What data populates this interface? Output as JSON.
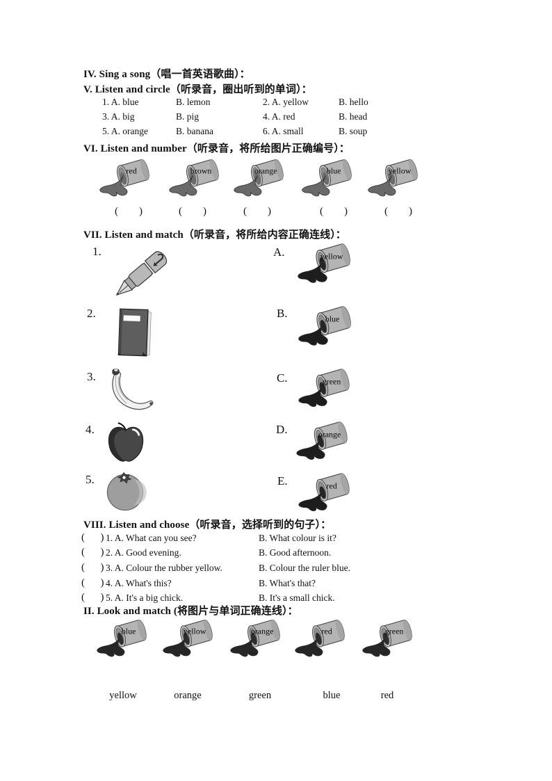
{
  "colors": {
    "bucket_body": "#b4b4b4",
    "spill_section_vi": "#696969",
    "spill_section_vii": "#1d1d1d",
    "spill_section_ii": "#262626"
  },
  "section_iv": {
    "title": "IV. Sing a song（唱一首英语歌曲）："
  },
  "section_v": {
    "title": "V. Listen and circle（听录音，圈出听到的单词）：",
    "rows": [
      [
        "1. A. blue",
        "B. lemon",
        "2. A. yellow",
        "B. hello"
      ],
      [
        "3. A. big",
        "B. pig",
        "4. A. red",
        "B. head"
      ],
      [
        "5. A. orange",
        "B. banana",
        "6. A. small",
        "B. soup"
      ]
    ]
  },
  "section_vi": {
    "title": "VI. Listen and number（听录音，将所给图片正确编号）：",
    "buckets": [
      "red",
      "brown",
      "orange",
      "blue",
      "yellow"
    ],
    "blank": "(        )"
  },
  "section_vii": {
    "title": "VII. Listen and match（听录音，将所给内容正确连线）：",
    "numbers": [
      "1.",
      "2.",
      "3.",
      "4.",
      "5."
    ],
    "letters": [
      "A.",
      "B.",
      "C.",
      "D.",
      "E."
    ],
    "buckets": [
      "yellow",
      "blue",
      "green",
      "orange",
      "red"
    ],
    "images": [
      "pen",
      "book",
      "banana",
      "apple",
      "orange-fruit"
    ]
  },
  "section_viii": {
    "title": "VIII. Listen and choose（听录音，选择听到的句子）：",
    "blank": "(      )",
    "rows": [
      {
        "a": "1. A. What can you see?",
        "b": "B. What colour is it?"
      },
      {
        "a": "2. A. Good evening.",
        "b": "B. Good afternoon."
      },
      {
        "a": "3. A. Colour the rubber yellow.",
        "b": "B. Colour the ruler blue."
      },
      {
        "a": "4. A. What's this?",
        "b": "B. What's that?"
      },
      {
        "a": "5. A. It's a big chick.",
        "b": "B. It's a small chick."
      }
    ]
  },
  "section_ii": {
    "title": "II. Look and match (将图片与单词正确连线）：",
    "buckets": [
      "blue",
      "yellow",
      "orange",
      "red",
      "green"
    ],
    "words": [
      "yellow",
      "orange",
      "green",
      "blue",
      "red"
    ]
  }
}
